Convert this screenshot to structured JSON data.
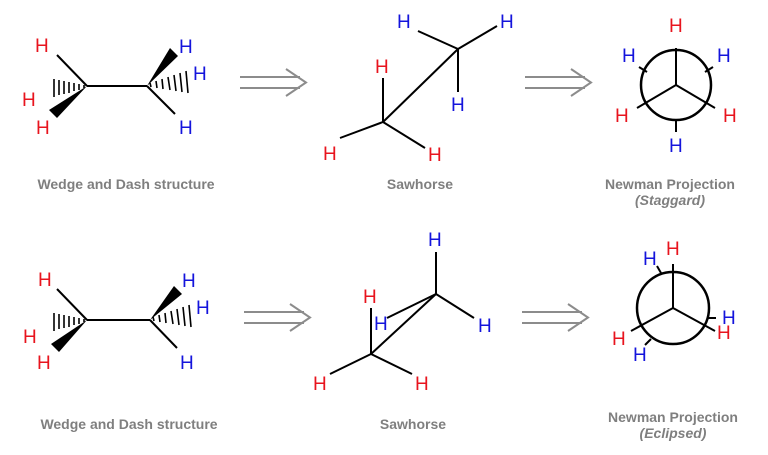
{
  "colors": {
    "front_h": "#e8141e",
    "back_h": "#1414dc",
    "bond": "#000000",
    "arrow": "#8c8c8c",
    "caption": "#7f7f7f"
  },
  "atoms": {
    "h": "H"
  },
  "rows": [
    {
      "name": "staggered",
      "captions": {
        "wedge_dash": "Wedge and Dash structure",
        "sawhorse": "Sawhorse",
        "newman_title": "Newman Projection",
        "newman_sub": "(Staggard)"
      }
    },
    {
      "name": "eclipsed",
      "captions": {
        "wedge_dash": "Wedge and Dash structure",
        "sawhorse": "Sawhorse",
        "newman_title": "Newman Projection",
        "newman_sub": "(Eclipsed)"
      }
    }
  ]
}
